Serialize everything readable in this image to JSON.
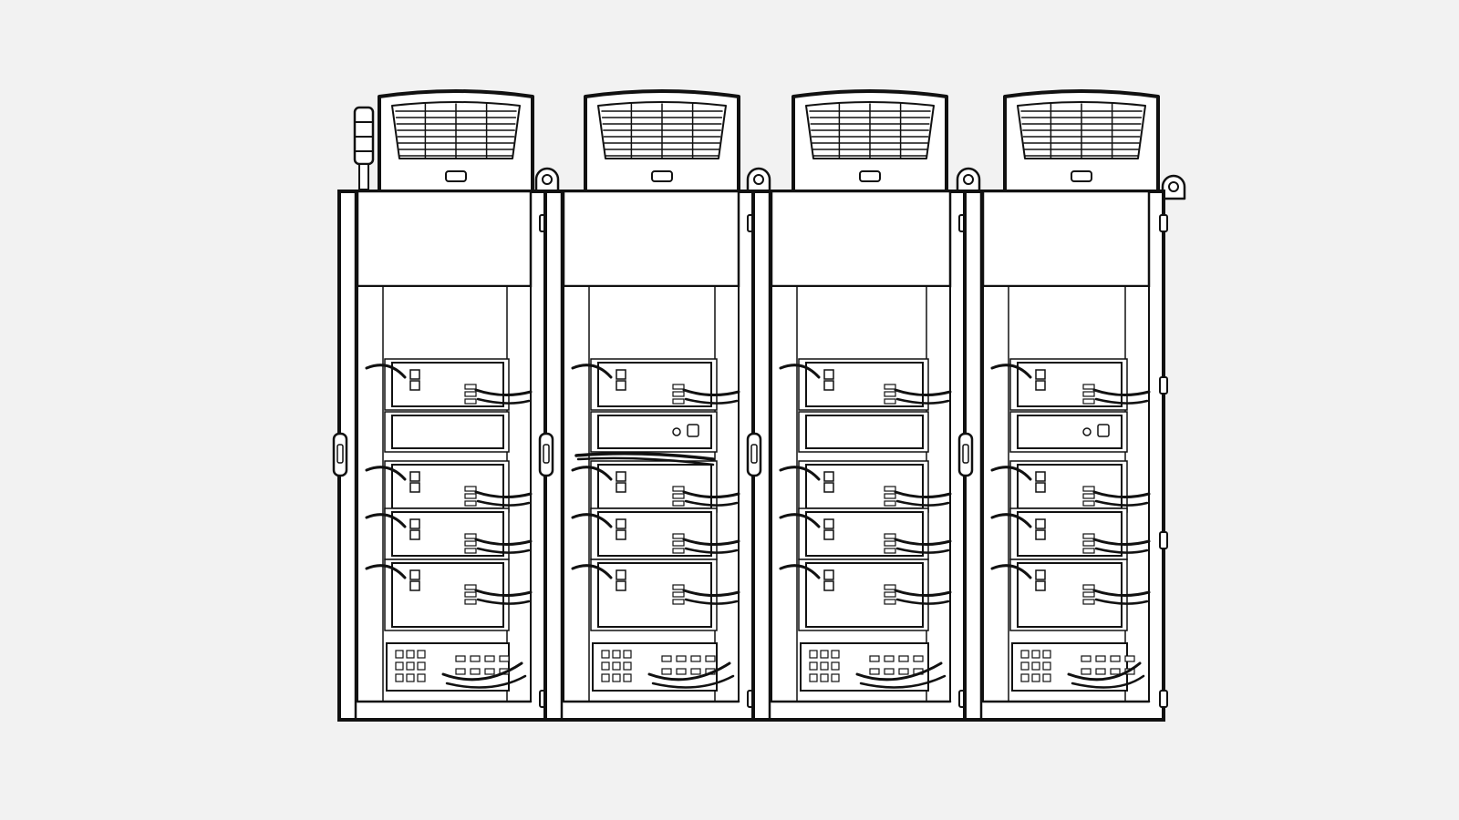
{
  "illustration": {
    "subject": "",
    "style": "black line art on light grey background",
    "colors": {
      "background": "#f2f2f2",
      "line": "#111111",
      "fill": "#ffffff"
    }
  },
  "cabinets": [
    {
      "id": "cabinet-1",
      "has_signal_tower": true,
      "has_control_box": false
    },
    {
      "id": "cabinet-2",
      "has_signal_tower": false,
      "has_control_box": true
    },
    {
      "id": "cabinet-3",
      "has_signal_tower": false,
      "has_control_box": false
    },
    {
      "id": "cabinet-4",
      "has_signal_tower": false,
      "has_control_box": true
    }
  ],
  "icons": {
    "cooling_unit": "cooling-unit-icon",
    "door_handle": "door-handle-icon",
    "lifting_eye": "lifting-eye-icon",
    "signal_tower": "signal-tower-icon"
  }
}
